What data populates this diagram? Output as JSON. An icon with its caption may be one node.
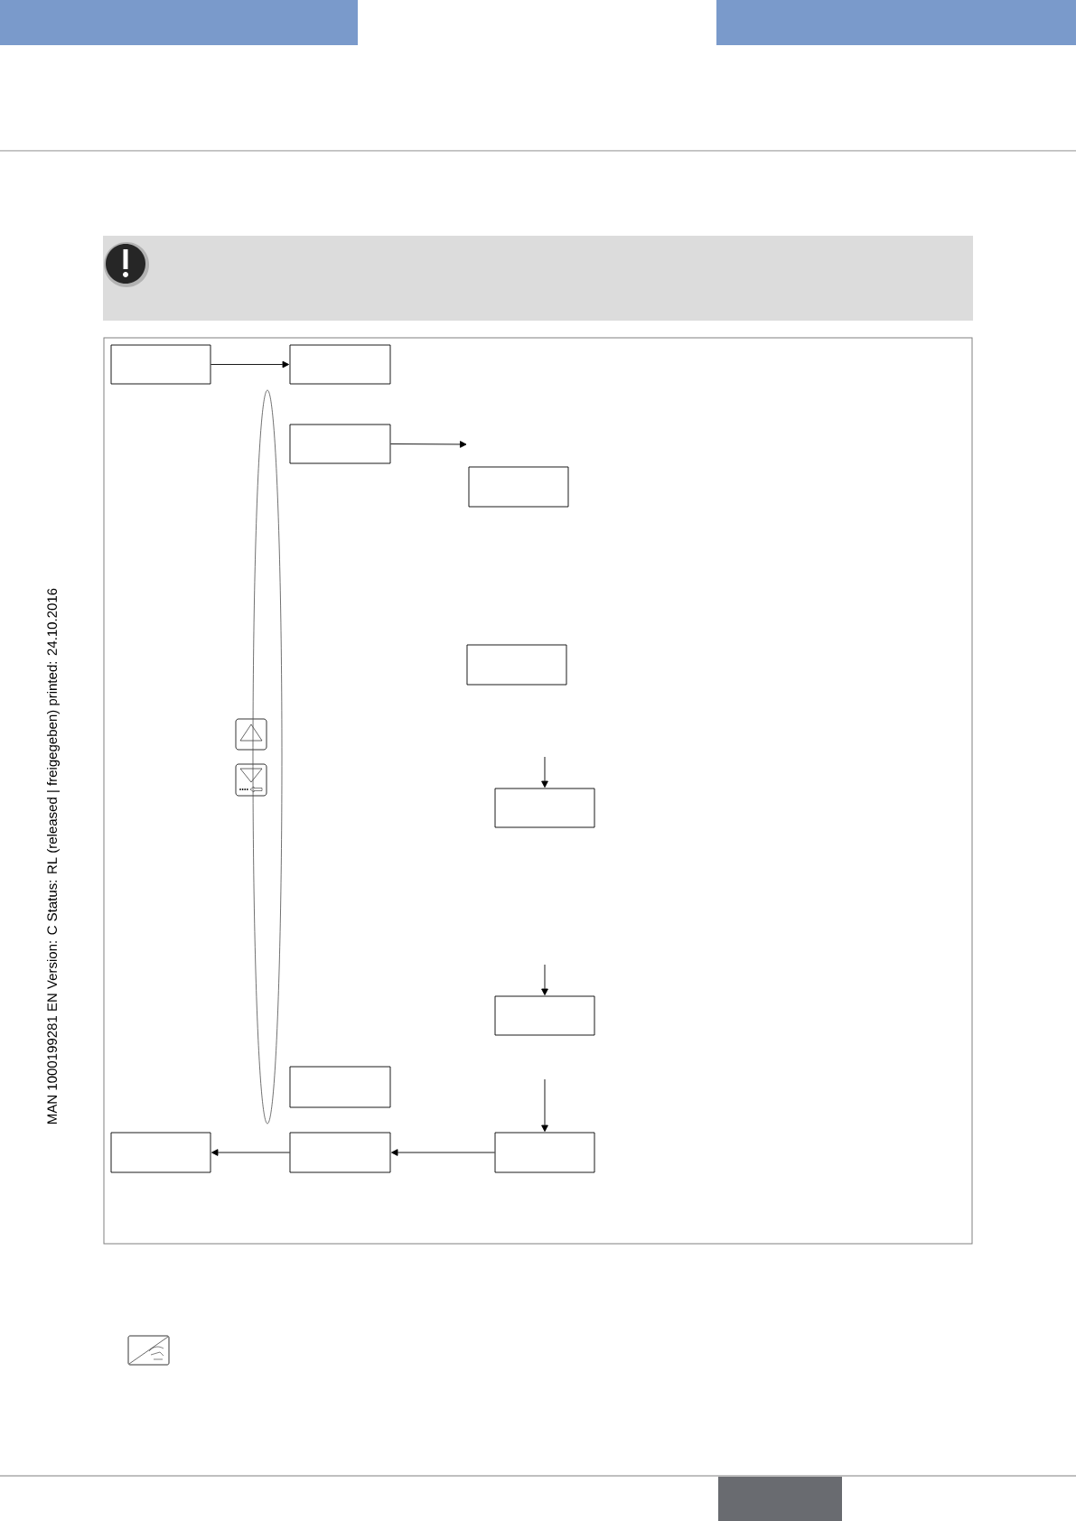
{
  "diagram": {
    "nodes": [
      {
        "text": [],
        "shape": "box"
      },
      {
        "text": [],
        "shape": "box"
      },
      {
        "text": [],
        "shape": "ellipse"
      },
      {
        "text": [],
        "shape": "box"
      },
      {
        "text": [],
        "shape": "box"
      },
      {
        "text": [],
        "shape": "box"
      },
      {
        "text": [],
        "shape": "box"
      },
      {
        "text": [],
        "shape": "box"
      },
      {
        "text": [],
        "shape": "box"
      },
      {
        "text": [],
        "shape": "box"
      },
      {
        "text": [],
        "shape": "box"
      },
      {
        "text": [],
        "shape": "box"
      }
    ],
    "edges": [
      {
        "from": 0,
        "to": 1,
        "arrow": "to"
      },
      {
        "from": 3,
        "to": null,
        "arrow": "to"
      },
      {
        "from": null,
        "to": 6,
        "arrow": "to"
      },
      {
        "from": null,
        "to": 7,
        "arrow": "to"
      },
      {
        "from": null,
        "to": 11,
        "arrow": "to"
      },
      {
        "from": 11,
        "to": 10,
        "arrow": "to"
      },
      {
        "from": 10,
        "to": 9,
        "arrow": "to"
      }
    ],
    "labels": [
      "MAN  1000199281  EN  Version: C  Status: RL (released | freigegeben)  printed: 24.10.2016"
    ]
  }
}
